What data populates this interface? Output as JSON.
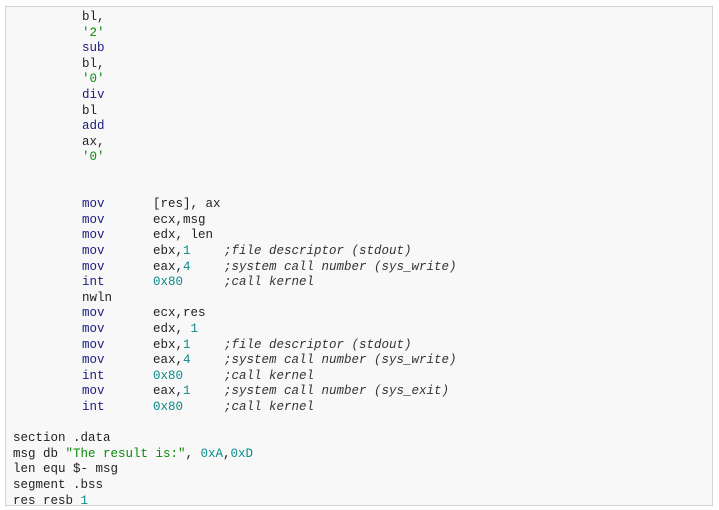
{
  "code_view": {
    "lines": [
      [
        {
          "t": "bl,",
          "k": "tx",
          "c": 0
        }
      ],
      [
        {
          "t": "'2'",
          "k": "str",
          "c": 0
        }
      ],
      [
        {
          "t": "sub",
          "k": "kw",
          "c": 0
        }
      ],
      [
        {
          "t": "bl,",
          "k": "tx",
          "c": 0
        }
      ],
      [
        {
          "t": "'0'",
          "k": "str",
          "c": 0
        }
      ],
      [
        {
          "t": "div",
          "k": "kw",
          "c": 0
        }
      ],
      [
        {
          "t": "bl",
          "k": "tx",
          "c": 0
        }
      ],
      [
        {
          "t": "add",
          "k": "kw",
          "c": 0
        }
      ],
      [
        {
          "t": "ax,",
          "k": "tx",
          "c": 0
        }
      ],
      [
        {
          "t": "'0'",
          "k": "str",
          "c": 0
        }
      ],
      [],
      [],
      [
        {
          "t": "mov",
          "k": "kw",
          "c": 0
        },
        {
          "t": "[res], ax",
          "k": "tx",
          "c": 1
        }
      ],
      [
        {
          "t": "mov",
          "k": "kw",
          "c": 0
        },
        {
          "t": "ecx,msg",
          "k": "tx",
          "c": 1
        }
      ],
      [
        {
          "t": "mov",
          "k": "kw",
          "c": 0
        },
        {
          "t": "edx, len",
          "k": "tx",
          "c": 1
        }
      ],
      [
        {
          "t": "mov",
          "k": "kw",
          "c": 0
        },
        {
          "t": "ebx,",
          "k": "tx",
          "c": 1
        },
        {
          "t": "1",
          "k": "num",
          "c": 1,
          "o": 4
        },
        {
          "t": ";file descriptor (stdout)",
          "k": "cm",
          "c": 2
        }
      ],
      [
        {
          "t": "mov",
          "k": "kw",
          "c": 0
        },
        {
          "t": "eax,",
          "k": "tx",
          "c": 1
        },
        {
          "t": "4",
          "k": "num",
          "c": 1,
          "o": 4
        },
        {
          "t": ";system call number (sys_write)",
          "k": "cm",
          "c": 2
        }
      ],
      [
        {
          "t": "int",
          "k": "kw",
          "c": 0
        },
        {
          "t": "0x80",
          "k": "num",
          "c": 1
        },
        {
          "t": ";call kernel",
          "k": "cm",
          "c": 2
        }
      ],
      [
        {
          "t": "nwln",
          "k": "tx",
          "c": 0
        }
      ],
      [
        {
          "t": "mov",
          "k": "kw",
          "c": 0
        },
        {
          "t": "ecx,res",
          "k": "tx",
          "c": 1
        }
      ],
      [
        {
          "t": "mov",
          "k": "kw",
          "c": 0
        },
        {
          "t": "edx, ",
          "k": "tx",
          "c": 1
        },
        {
          "t": "1",
          "k": "num",
          "c": 1,
          "o": 5
        }
      ],
      [
        {
          "t": "mov",
          "k": "kw",
          "c": 0
        },
        {
          "t": "ebx,",
          "k": "tx",
          "c": 1
        },
        {
          "t": "1",
          "k": "num",
          "c": 1,
          "o": 4
        },
        {
          "t": ";file descriptor (stdout)",
          "k": "cm",
          "c": 2
        }
      ],
      [
        {
          "t": "mov",
          "k": "kw",
          "c": 0
        },
        {
          "t": "eax,",
          "k": "tx",
          "c": 1
        },
        {
          "t": "4",
          "k": "num",
          "c": 1,
          "o": 4
        },
        {
          "t": ";system call number (sys_write)",
          "k": "cm",
          "c": 2
        }
      ],
      [
        {
          "t": "int",
          "k": "kw",
          "c": 0
        },
        {
          "t": "0x80",
          "k": "num",
          "c": 1
        },
        {
          "t": ";call kernel",
          "k": "cm",
          "c": 2
        }
      ],
      [
        {
          "t": "mov",
          "k": "kw",
          "c": 0
        },
        {
          "t": "eax,",
          "k": "tx",
          "c": 1
        },
        {
          "t": "1",
          "k": "num",
          "c": 1,
          "o": 4
        },
        {
          "t": ";system call number (sys_exit)",
          "k": "cm",
          "c": 2
        }
      ],
      [
        {
          "t": "int",
          "k": "kw",
          "c": 0
        },
        {
          "t": "0x80",
          "k": "num",
          "c": 1
        },
        {
          "t": ";call kernel",
          "k": "cm",
          "c": 2
        }
      ],
      [],
      [
        {
          "t": "section .data",
          "k": "tx",
          "c": 3
        }
      ],
      [
        {
          "t": "msg db ",
          "k": "tx",
          "c": 3
        },
        {
          "t": "\"The result is:\"",
          "k": "str",
          "c": 3,
          "o": 7
        },
        {
          "t": ", ",
          "k": "tx",
          "c": 3,
          "o": 23
        },
        {
          "t": "0xA",
          "k": "num",
          "c": 3,
          "o": 25
        },
        {
          "t": ",",
          "k": "tx",
          "c": 3,
          "o": 28
        },
        {
          "t": "0xD",
          "k": "num",
          "c": 3,
          "o": 29
        }
      ],
      [
        {
          "t": "len equ $- msg",
          "k": "tx",
          "c": 3
        }
      ],
      [
        {
          "t": "segment .bss",
          "k": "tx",
          "c": 3
        }
      ],
      [
        {
          "t": "res resb ",
          "k": "tx",
          "c": 3
        },
        {
          "t": "1",
          "k": "num",
          "c": 3,
          "o": 9
        }
      ]
    ]
  }
}
